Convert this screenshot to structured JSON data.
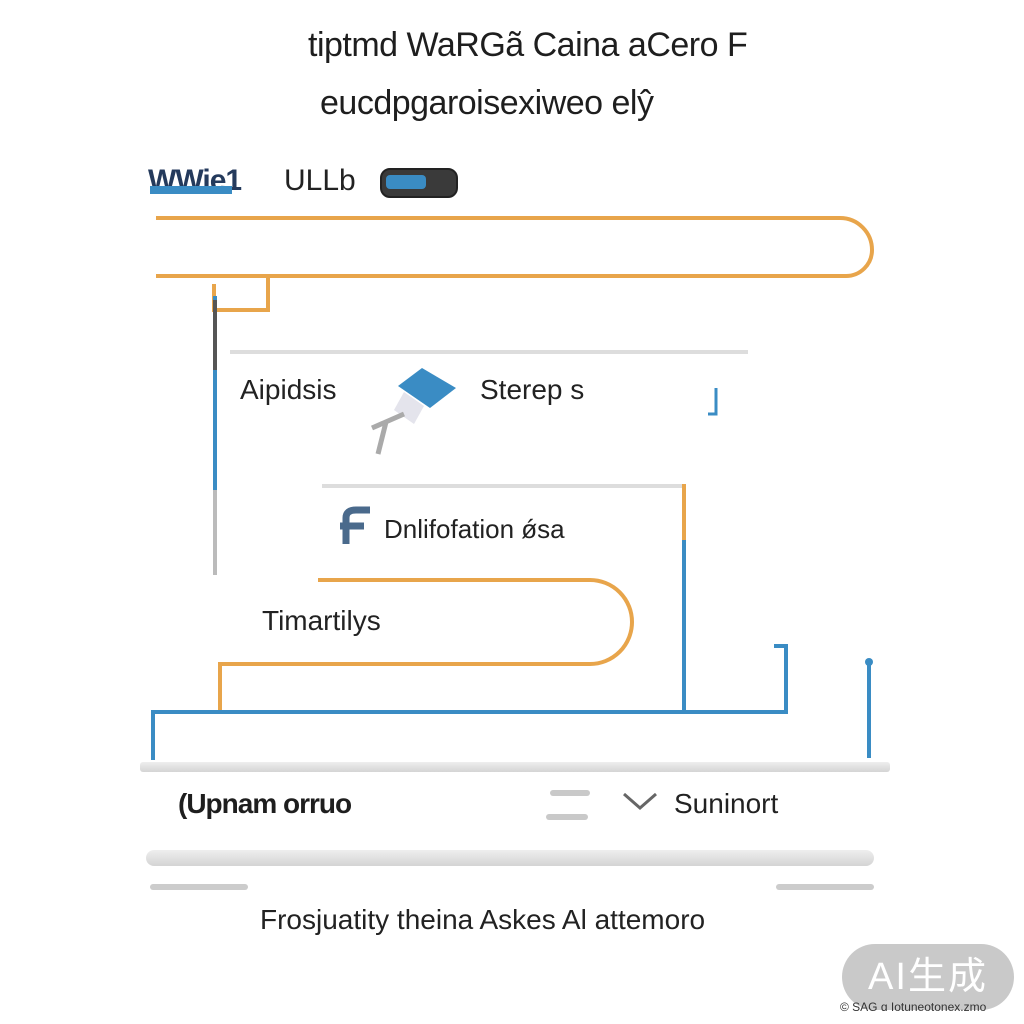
{
  "diagram": {
    "title_line1": "tiptmd WaRGã Caina aCero F",
    "title_line2": "eucdpgaroisexiweo elŷ",
    "header_left": "WWie1",
    "header_mid": "ULLb",
    "node_1_label": "Aipidsis",
    "node_2_label": "Sterep s",
    "node_3_label": "Dnlifofation ǿsa",
    "node_4_label": "Timartilys",
    "bottom_left_label": "(Upnam orruo",
    "bottom_right_label": "Suninort",
    "footer_text": "Frosjuatity theina Askes Al attemoro",
    "badge_text": "AI生成",
    "copyright_text": "© SAG ɑ Iotuneotonex.zmo"
  },
  "colors": {
    "orange": "#e8a54b",
    "blue": "#3a8cc4",
    "dark_gray": "#555555",
    "gray": "#c9c9c9"
  },
  "icons": {
    "tag": "tag-icon",
    "f_letter": "f-letter-icon",
    "chevron": "chevron-down-icon",
    "menu": "menu-lines-icon"
  }
}
